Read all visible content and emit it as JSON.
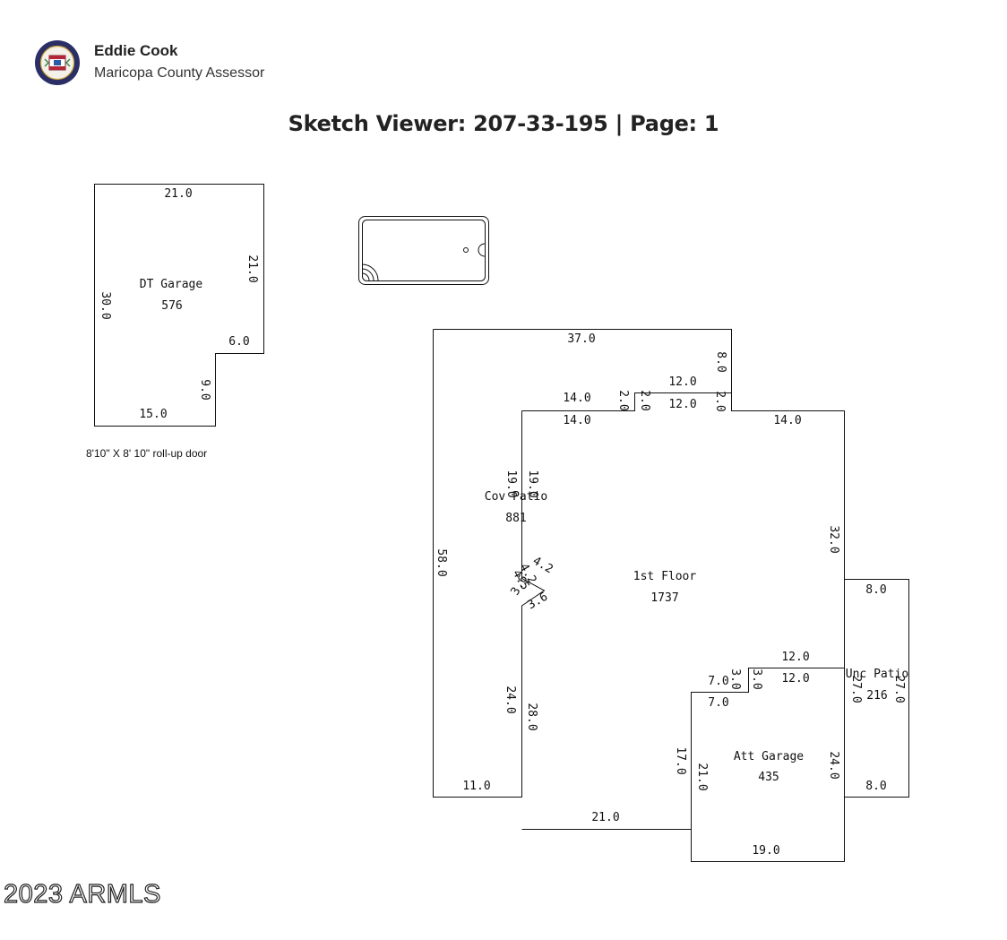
{
  "header": {
    "name": "Eddie Cook",
    "org": "Maricopa County Assessor",
    "logo_icon": "maricopa-county-seal-icon"
  },
  "title": "Sketch Viewer: 207-33-195 | Page: 1",
  "note": "8'10\" X 8' 10\" roll-up door",
  "watermark": "2023 ARMLS",
  "sketch": {
    "garage": {
      "name": "DT Garage",
      "area": "576",
      "top": "21.0",
      "right": "21.0",
      "step": "6.0",
      "inner": "9.0",
      "bottom": "15.0",
      "left": "30.0"
    },
    "patio": {
      "name": "Cov Patio",
      "area": "881",
      "top": "37.0",
      "right": "8.0",
      "left": "58.0",
      "bottom": "11.0",
      "d1": "19.0",
      "d2": "4.2",
      "d3": "3.6",
      "d4": "24.0"
    },
    "floor": {
      "name": "1st Floor",
      "area": "1737",
      "top_a": "14.0",
      "top_b": "14.0",
      "step_a": "2.0",
      "step_b": "2.0",
      "mid_a": "12.0",
      "mid_b": "12.0",
      "step_c": "2.0",
      "top_right": "14.0",
      "right": "32.0",
      "left": "19.0",
      "d1": "4.2",
      "d2": "4.5",
      "d3": "3.6",
      "left_low": "28.0",
      "bottom": "21.0",
      "ledge_a": "12.0",
      "ledge_b": "12.0",
      "n1": "7.0",
      "n2": "7.0",
      "n3": "3.0",
      "n4": "3.0"
    },
    "att_garage": {
      "name": "Att Garage",
      "area": "435",
      "left_a": "17.0",
      "left_b": "21.0",
      "right": "24.0",
      "bottom": "19.0"
    },
    "unc_patio": {
      "name": "Unc Patio",
      "area": "216",
      "top": "8.0",
      "bottom": "8.0",
      "left": "27.0",
      "right": "27.0"
    }
  }
}
